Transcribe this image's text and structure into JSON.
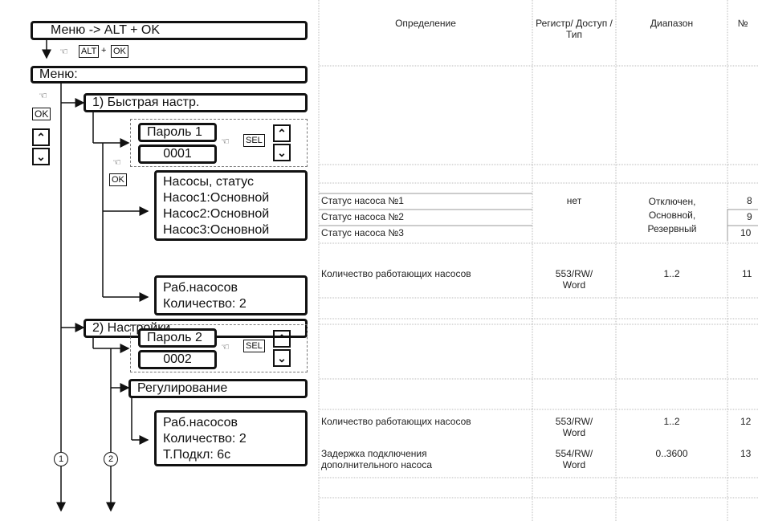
{
  "menu_path": {
    "title": "Меню -> ALT + OK"
  },
  "keys": {
    "alt": "ALT",
    "ok": "OK",
    "sel": "SEL",
    "plus": "+"
  },
  "menu": {
    "title": "Меню:"
  },
  "quick": {
    "title": "1) Быстрая настр."
  },
  "pwd1": {
    "label": "Пароль 1",
    "value": "0001"
  },
  "pumps_status": {
    "lines": [
      "Насосы, статус",
      "Насос1:Основной",
      "Насос2:Основной",
      "Насос3:Основной"
    ]
  },
  "work_pumps_1": {
    "lines": [
      "Раб.насосов",
      "Количество: 2"
    ]
  },
  "settings": {
    "title": "2) Настройки"
  },
  "pwd2": {
    "label": "Пароль 2",
    "value": "0002"
  },
  "regulation": {
    "title": "Регулирование"
  },
  "work_pumps_2": {
    "lines": [
      "Раб.насосов",
      "Количество: 2",
      "Т.Подкл: 6с"
    ]
  },
  "markers": {
    "m1": "1",
    "m2": "2"
  },
  "table": {
    "headers": {
      "definition": "Определение",
      "register": "Регистр/ Доступ / Тип",
      "range": "Диапазон",
      "num": "№"
    },
    "rows": [
      {
        "definition": "Статус насоса №1",
        "num": "8"
      },
      {
        "definition": "Статус насоса №2",
        "num": "9"
      },
      {
        "definition": "Статус насоса №3",
        "num": "10"
      },
      {
        "definition": "Количество работающих насосов",
        "register": "553/RW/ Word",
        "range": "1..2",
        "num": "11"
      },
      {
        "definition": "Количество работающих насосов",
        "register": "553/RW/ Word",
        "range": "1..2",
        "num": "12"
      },
      {
        "definition": "Задержка подключения дополнительного насоса",
        "register": "554/RW/ Word",
        "range": "0..3600",
        "num": "13"
      }
    ],
    "status_register": "нет",
    "status_range": "Отключен, Основной, Резервный"
  }
}
